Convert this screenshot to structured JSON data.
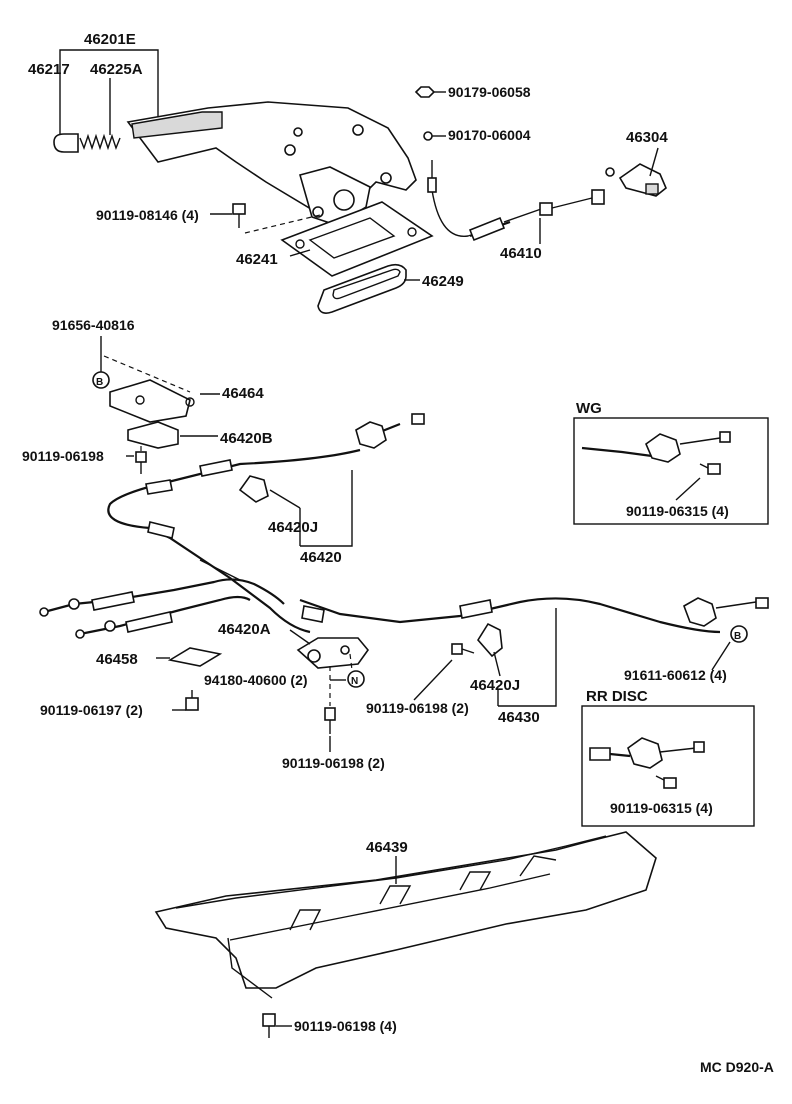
{
  "labels": {
    "p46201E": "46201E",
    "p46217": "46217",
    "p46225A": "46225A",
    "p90179": "90179-06058",
    "p90170": "90170-06004",
    "p46304": "46304",
    "p90119_08146": "90119-08146 (4)",
    "p46410": "46410",
    "p46241": "46241",
    "p46249": "46249",
    "p91656": "91656-40816",
    "p46464": "46464",
    "p46420B": "46420B",
    "p90119_06198_a": "90119-06198",
    "p46420J_a": "46420J",
    "p46420": "46420",
    "p46420A": "46420A",
    "p46458": "46458",
    "p94180": "94180-40600 (2)",
    "p90119_06197": "90119-06197 (2)",
    "p90119_06198_b": "90119-06198 (2)",
    "p46420J_b": "46420J",
    "p46430": "46430",
    "p90119_06198_c": "90119-06198 (2)",
    "p91611": "91611-60612 (4)",
    "p46439": "46439",
    "p90119_06198_d": "90119-06198 (4)",
    "wg_title": "WG",
    "wg_part": "90119-06315 (4)",
    "rr_title": "RR DISC",
    "rr_part": "90119-06315 (4)",
    "code": "MC D920-A",
    "markerB1": "B",
    "markerB2": "B",
    "markerN": "N"
  }
}
